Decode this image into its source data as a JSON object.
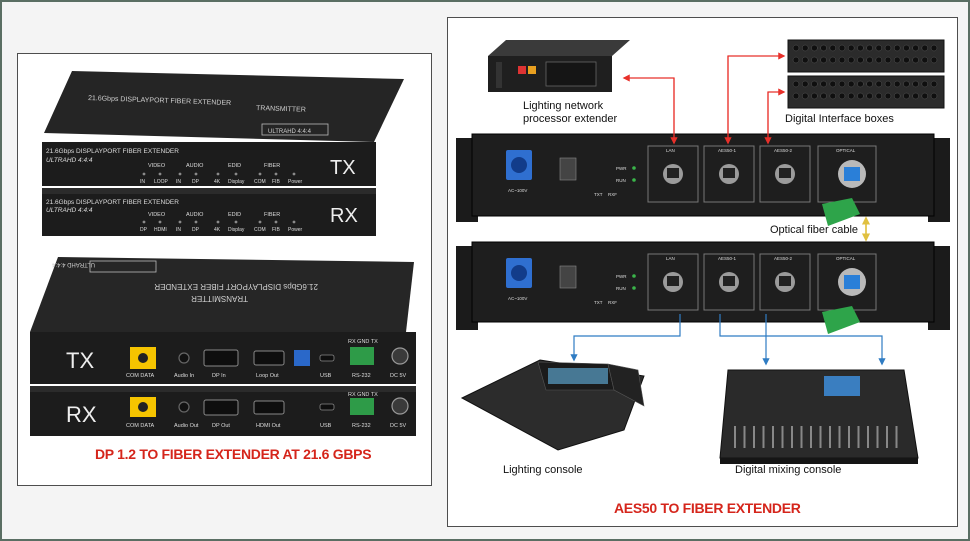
{
  "left": {
    "caption": "DP 1.2 TO FIBER EXTENDER AT 21.6 GBPS",
    "tx_top": {
      "lid_line1": "21.6Gbps DISPLAYPORT FIBER EXTENDER",
      "lid_line2": "TRANSMITTER",
      "badge": "ULTRAHD 4:4:4",
      "front_title": "21.6Gbps DISPLAYPORT FIBER EXTENDER",
      "front_sub": "ULTRAHD 4:4:4",
      "groups": [
        "VIDEO",
        "AUDIO",
        "EDID",
        "FIBER"
      ],
      "leds": [
        "IN",
        "LOOP",
        "IN",
        "DP",
        "4K",
        "Display",
        "COM",
        "FIB",
        "Power"
      ],
      "side": "TX"
    },
    "rx_top": {
      "front_title": "21.6Gbps DISPLAYPORT FIBER EXTENDER",
      "front_sub": "ULTRAHD 4:4:4",
      "groups": [
        "VIDEO",
        "AUDIO",
        "EDID",
        "FIBER"
      ],
      "leds": [
        "DP",
        "HDMI",
        "IN",
        "DP",
        "4K",
        "Display",
        "COM",
        "FIB",
        "Power"
      ],
      "side": "RX"
    },
    "tx_back": {
      "lid_line1": "21.6Gbps DISPLAYPORT FIBER EXTENDER",
      "lid_line2": "TRANSMITTER",
      "badge": "ULTRAHD 4:4:4",
      "side": "TX",
      "ports": [
        "COM DATA",
        "Audio In",
        "DP In",
        "Loop Out",
        "USB",
        "RS-232",
        "DC 5V"
      ],
      "terminal": "RX GND TX"
    },
    "rx_back": {
      "side": "RX",
      "ports": [
        "COM DATA",
        "Audio Out",
        "DP Out",
        "HDMI Out",
        "USB",
        "RS-232",
        "DC 5V"
      ],
      "terminal": "RX GND TX"
    }
  },
  "right": {
    "caption": "AES50 TO FIBER EXTENDER",
    "labels": {
      "processor": "Lighting network\nprocessor extender",
      "interface": "Digital Interface boxes",
      "fiber": "Optical fiber cable",
      "lighting_console": "Lighting console",
      "mixing_console": "Digital mixing console"
    },
    "unit": {
      "port_titles": [
        "LAN",
        "AES50-1",
        "AES50-2",
        "OPTICAL"
      ],
      "power_label": "AC~100V",
      "status": [
        "PWR",
        "RUN"
      ],
      "small": [
        "TXT",
        "RXF"
      ]
    }
  },
  "colors": {
    "arrow_red": "#e8302a",
    "arrow_blue": "#2f7cc3",
    "arrow_yellow": "#e0c040",
    "caption_red": "#d5251b",
    "device_dark": "#1e1e1e",
    "fiber_port": "#f5c400"
  }
}
